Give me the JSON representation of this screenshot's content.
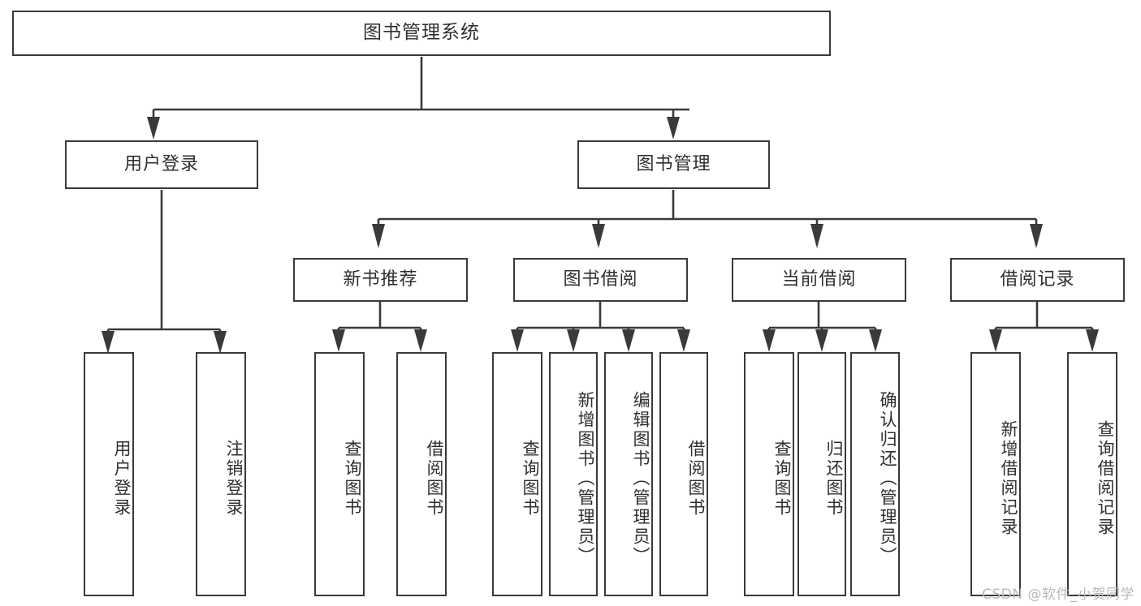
{
  "diagram": {
    "title": "图书管理系统",
    "type": "tree",
    "orientation": "top-down",
    "colors": {
      "box_border": "#3a3a3a",
      "box_fill": "#ffffff",
      "connector": "#3a3a3a",
      "text": "#2f2f2f",
      "watermark": "#b9b9b9",
      "background": "#ffffff"
    }
  },
  "root": {
    "label": "图书管理系统"
  },
  "level2": [
    {
      "id": "user-login",
      "label": "用户登录"
    },
    {
      "id": "book-management",
      "label": "图书管理"
    }
  ],
  "level3": [
    {
      "id": "new-book-recommend",
      "label": "新书推荐",
      "parent": "book-management"
    },
    {
      "id": "book-borrow",
      "label": "图书借阅",
      "parent": "book-management"
    },
    {
      "id": "current-borrow",
      "label": "当前借阅",
      "parent": "book-management"
    },
    {
      "id": "borrow-record",
      "label": "借阅记录",
      "parent": "book-management"
    }
  ],
  "leaves": {
    "user_login": [
      {
        "id": "leaf-user-login",
        "label": "用户登录"
      },
      {
        "id": "leaf-user-logout",
        "label": "注销登录"
      }
    ],
    "new_book_recommend": [
      {
        "id": "leaf-query-book-1",
        "label": "查询图书"
      },
      {
        "id": "leaf-borrow-book-1",
        "label": "借阅图书"
      }
    ],
    "book_borrow": [
      {
        "id": "leaf-query-book-2",
        "label": "查询图书"
      },
      {
        "id": "leaf-add-book",
        "label": "新增图书（管理员）"
      },
      {
        "id": "leaf-edit-book",
        "label": "编辑图书（管理员）"
      },
      {
        "id": "leaf-borrow-book-2",
        "label": "借阅图书"
      }
    ],
    "current_borrow": [
      {
        "id": "leaf-query-book-3",
        "label": "查询图书"
      },
      {
        "id": "leaf-return-book",
        "label": "归还图书"
      },
      {
        "id": "leaf-confirm-return",
        "label": "确认归还（管理员）"
      }
    ],
    "borrow_record": [
      {
        "id": "leaf-add-record",
        "label": "新增借阅记录"
      },
      {
        "id": "leaf-query-record",
        "label": "查询借阅记录"
      }
    ]
  },
  "watermark": {
    "text": "CSDN @软件_小贺同学"
  }
}
